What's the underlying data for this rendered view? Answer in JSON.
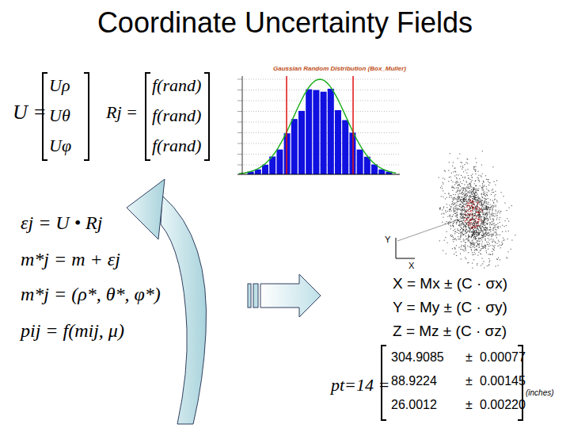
{
  "diagram": {
    "title": "Coordinate Uncertainty Fields",
    "labels": [
      "Gaussian Random Distribution (Box_Muller)",
      "U =",
      "Uρ",
      "Uθ",
      "Uφ",
      "Rj =",
      "f(rand)",
      "f(rand)",
      "f(rand)",
      "εj = U • Rj",
      "m*j = m + εj",
      "m*j = (ρ*, θ*, φ*)",
      "pij = f(mij, μ)",
      "Y",
      "X",
      "X = Mx ± (C · σx)",
      "Y = My ± (C · σy)",
      "Z = Mz ± (C · σz)",
      "pt=14 =",
      "304.9085",
      "±",
      "0.00077",
      "88.9224",
      "±",
      "0.00145",
      "26.0012",
      "±",
      "0.00220",
      "(inches)"
    ]
  }
}
